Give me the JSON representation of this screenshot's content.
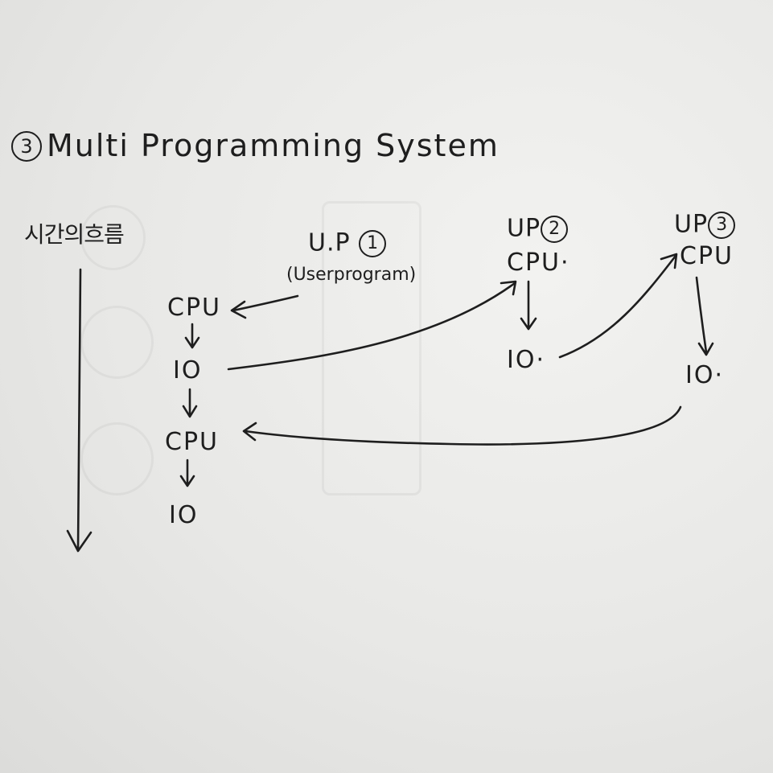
{
  "title": {
    "badge": "3",
    "text": "Multi Programming System"
  },
  "time_axis": {
    "label": "시간의흐름"
  },
  "programs": [
    {
      "badge_label": "U.P",
      "badge_number": "1",
      "subtitle": "(Userprogram)",
      "steps": [
        "CPU",
        "IO",
        "CPU",
        "IO"
      ]
    },
    {
      "badge_label": "UP",
      "badge_number": "2",
      "steps": [
        "CPU·",
        "IO·"
      ]
    },
    {
      "badge_label": "UP",
      "badge_number": "3",
      "steps": [
        "CPU",
        "IO·"
      ]
    }
  ]
}
